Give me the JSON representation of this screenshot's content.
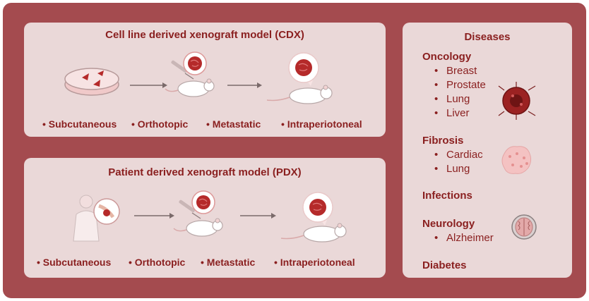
{
  "cdx": {
    "title": "Cell line derived xenograft model (CDX)",
    "labels": [
      "Subcutaneous",
      "Orthotopic",
      "Metastatic",
      "Intraperiotoneal"
    ]
  },
  "pdx": {
    "title": "Patient derived xenograft model (PDX)",
    "labels": [
      "Subcutaneous",
      "Orthotopic",
      "Metastatic",
      "Intraperiotoneal"
    ]
  },
  "diseases": {
    "title": "Diseases",
    "oncology": {
      "name": "Oncology",
      "items": [
        "Breast",
        "Prostate",
        "Lung",
        "Liver"
      ]
    },
    "fibrosis": {
      "name": "Fibrosis",
      "items": [
        "Cardiac",
        "Lung"
      ]
    },
    "infections": {
      "name": "Infections"
    },
    "neurology": {
      "name": "Neurology",
      "items": [
        "Alzheimer"
      ]
    },
    "diabetes": {
      "name": "Diabetes"
    }
  },
  "colors": {
    "frame": "#a44b4f",
    "panel": "#ead8d8",
    "text": "#8a1f1f",
    "tumor": "#b52a2a"
  },
  "icons": [
    "petri-dish-icon",
    "arrow-icon",
    "mouse-icon",
    "tumor-icon",
    "patient-icon",
    "breast-tumor-icon",
    "fibrosis-tissue-icon",
    "brain-icon"
  ]
}
